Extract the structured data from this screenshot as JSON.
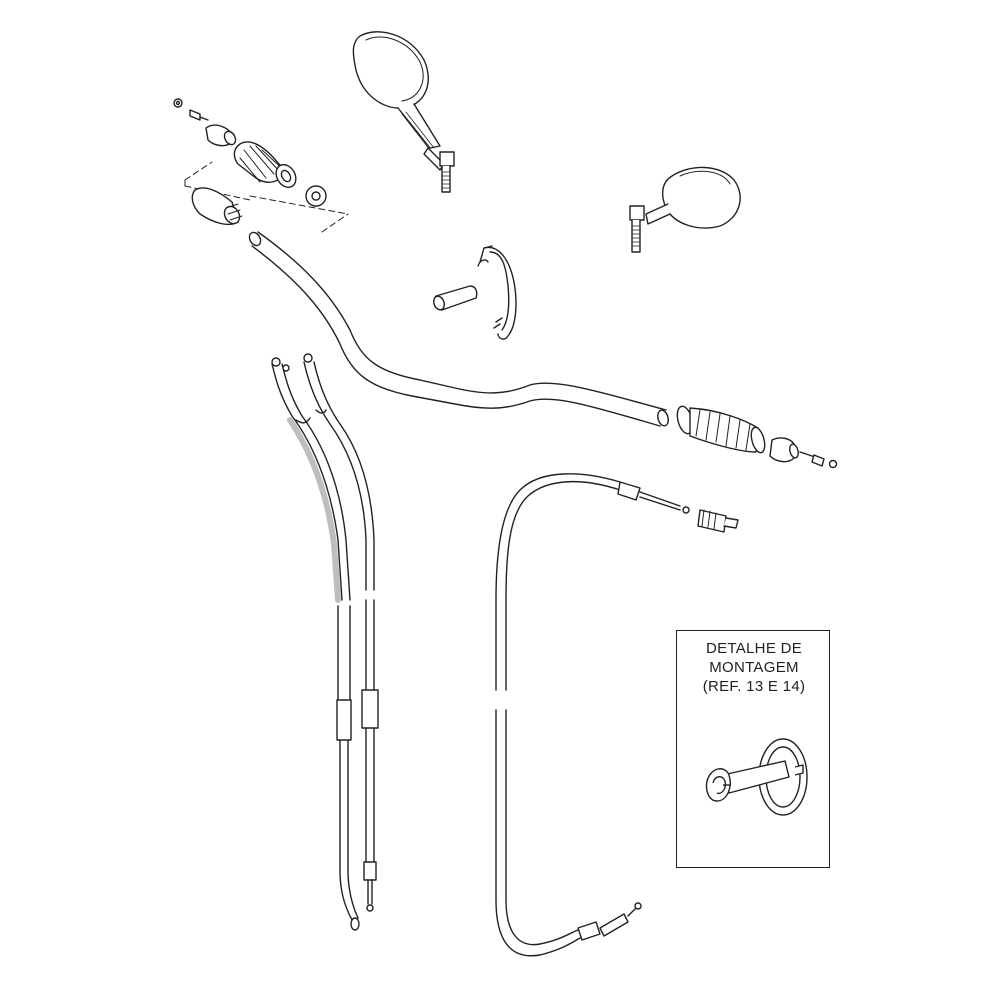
{
  "detail": {
    "title_lines": [
      "DETALHE DE",
      "MONTAGEM",
      "(REF. 13 E 14)"
    ]
  },
  "colors": {
    "stroke": "#222222",
    "fill": "#ffffff",
    "shade": "#cfcfcf"
  }
}
